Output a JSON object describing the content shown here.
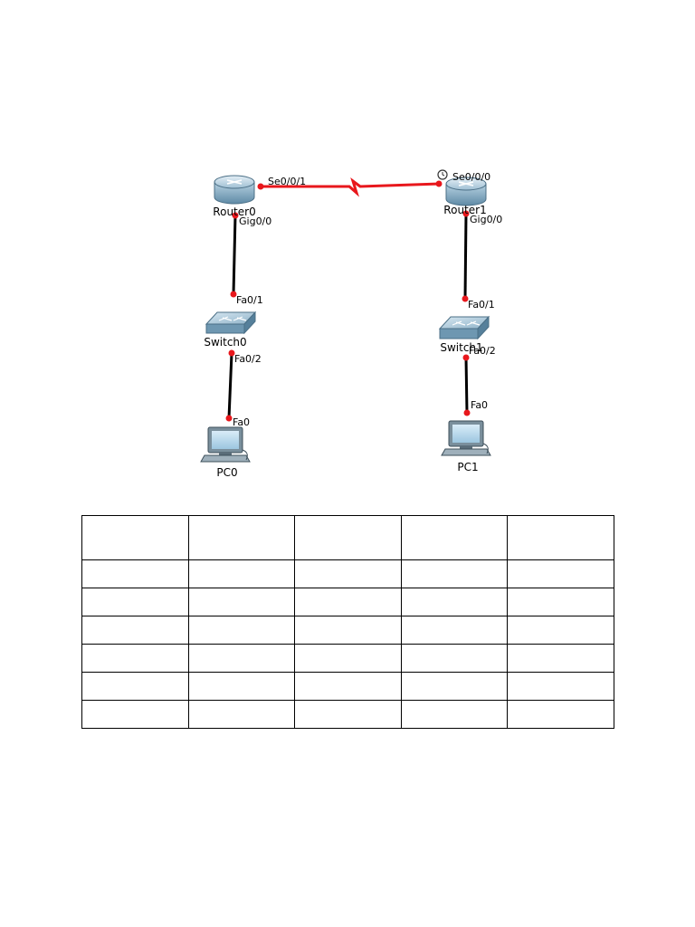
{
  "devices": {
    "router0": "Router0",
    "router1": "Router1",
    "switch0": "Switch0",
    "switch1": "Switch1",
    "pc0": "PC0",
    "pc1": "PC1"
  },
  "ports": {
    "r0_serial": "Se0/0/1",
    "r1_serial": "Se0/0/0",
    "r0_gig": "Gig0/0",
    "r1_gig": "Gig0/0",
    "sw0_up": "Fa0/1",
    "sw0_down": "Fa0/2",
    "sw1_up": "Fa0/1",
    "sw1_down": "Fa0/2",
    "pc0_port": "Fa0",
    "pc1_port": "Fa0"
  },
  "colors": {
    "serial_link": "#e8171c",
    "ethernet_link": "#000000",
    "port_dot": "#e8171c"
  },
  "table": {
    "rows": [
      [
        "",
        "",
        "",
        "",
        ""
      ],
      [
        "",
        "",
        "",
        "",
        ""
      ],
      [
        "",
        "",
        "",
        "",
        ""
      ],
      [
        "",
        "",
        "",
        "",
        ""
      ],
      [
        "",
        "",
        "",
        "",
        ""
      ],
      [
        "",
        "",
        "",
        "",
        ""
      ],
      [
        "",
        "",
        "",
        "",
        ""
      ]
    ]
  }
}
